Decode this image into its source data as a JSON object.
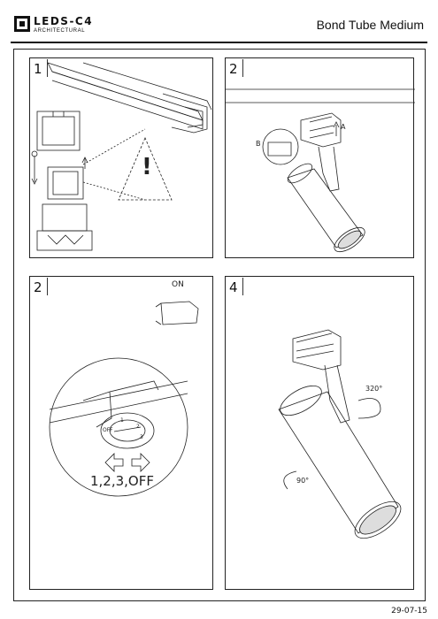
{
  "header": {
    "brand": "LEDS-C4",
    "brand_sub": "ARCHITECTURAL",
    "title": "Bond Tube Medium"
  },
  "panels": [
    {
      "number": "1",
      "labels": {
        "warning": "!"
      }
    },
    {
      "number": "2",
      "labels": {
        "b": "B",
        "a": "A"
      }
    },
    {
      "number": "2",
      "labels": {
        "on": "ON",
        "off_settings": "1,2,3,OFF",
        "dial": [
          "OFF",
          "1",
          "2",
          "3"
        ]
      }
    },
    {
      "number": "4",
      "labels": {
        "rotation_1": "320°",
        "rotation_2": "90°"
      }
    }
  ],
  "footer": {
    "date": "29-07-15"
  }
}
